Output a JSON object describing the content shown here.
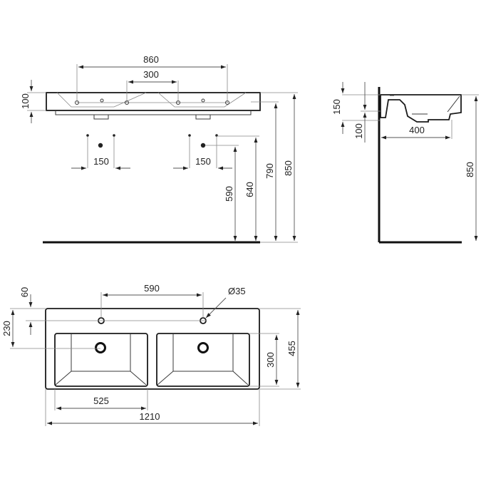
{
  "drawing": {
    "front_view": {
      "top_dims": {
        "outer_tap_spacing": "860",
        "inner_tap_spacing": "300"
      },
      "left_dims": {
        "rim_height": "100"
      },
      "supply_dims": {
        "left_spacing": "150",
        "right_spacing": "150"
      },
      "height_dims": {
        "supply_height": "590",
        "waste_height": "640",
        "underside_height": "790",
        "top_height": "850"
      }
    },
    "side_view": {
      "dims": {
        "bowl_depth": "150",
        "rim_thickness": "100",
        "projection": "400",
        "top_height": "850"
      }
    },
    "plan_view": {
      "dims": {
        "tap_offset": "60",
        "waste_offset": "230",
        "tap_spacing": "590",
        "tap_hole_diameter": "Ø35",
        "bowl_depth": "300",
        "overall_depth": "455",
        "bowl_width": "525",
        "overall_width": "1210"
      }
    }
  }
}
